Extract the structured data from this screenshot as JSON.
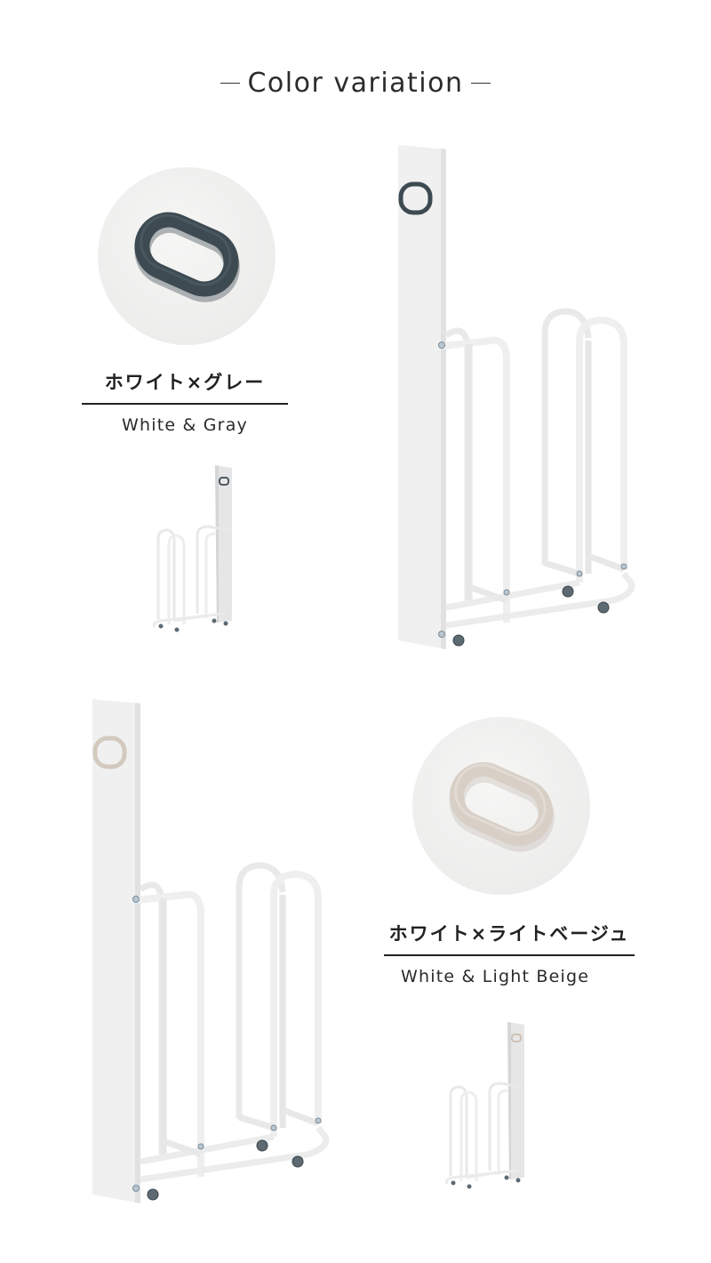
{
  "page": {
    "title": "Color variation",
    "background": "#ffffff"
  },
  "variants": [
    {
      "id": "white-gray",
      "label_jp": "ホワイト×グレー",
      "label_en": "White & Gray",
      "handle_color": "#3d4a52",
      "panel_color": "#f3f3f3",
      "swatch_icon": "oval-handle-icon",
      "images": [
        "handle-closeup",
        "product-large-front",
        "product-small-back"
      ]
    },
    {
      "id": "white-light-beige",
      "label_jp": "ホワイト×ライトベージュ",
      "label_en": "White & Light Beige",
      "handle_color": "#d8cfc6",
      "panel_color": "#f3f3f3",
      "swatch_icon": "oval-handle-icon",
      "images": [
        "handle-closeup",
        "product-large-front",
        "product-small-back"
      ]
    }
  ]
}
